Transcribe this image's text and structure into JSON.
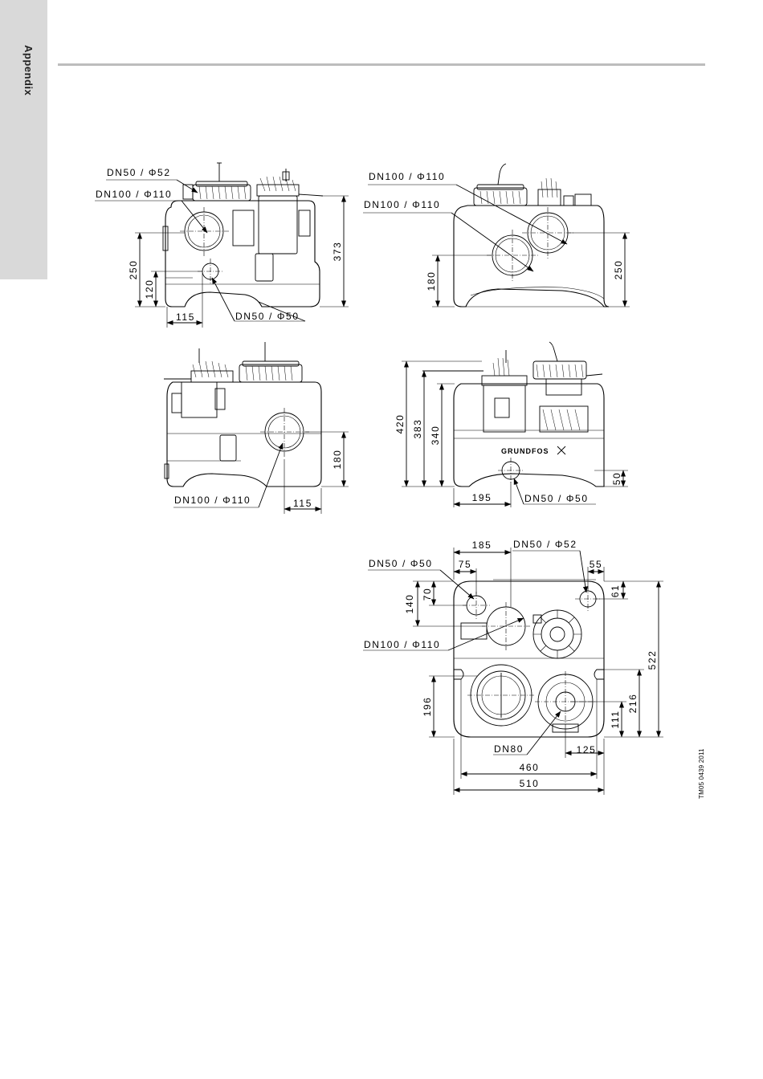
{
  "page": {
    "side_tab_label": "Appendix",
    "drawing_code": "TM05 0439 2011"
  },
  "brand": {
    "logo_text": "GRUNDFOS"
  },
  "views": {
    "left_top": {
      "dn50_52": "DN50 / Φ52",
      "dn100_110": "DN100 / Φ110",
      "dn50_50": "DN50 / Φ50",
      "d250": "250",
      "d120": "120",
      "d373": "373",
      "d115": "115"
    },
    "right_top": {
      "dn100_110_a": "DN100 / Φ110",
      "dn100_110_b": "DN100 / Φ110",
      "d180": "180",
      "d250": "250"
    },
    "left_mid": {
      "dn100_110": "DN100 / Φ110",
      "d180": "180",
      "d115": "115"
    },
    "right_mid": {
      "d420": "420",
      "d383": "383",
      "d340": "340",
      "d50": "50",
      "d195": "195",
      "dn50_50": "DN50 / Φ50"
    },
    "plan": {
      "d185": "185",
      "dn50_52": "DN50 / Φ52",
      "dn50_50": "DN50 / Φ50",
      "d75": "75",
      "d55": "55",
      "d70": "70",
      "d140": "140",
      "d61": "61",
      "d522": "522",
      "dn100_110": "DN100 / Φ110",
      "d196": "196",
      "d216": "216",
      "d111": "111",
      "dn80": "DN80",
      "d125": "125",
      "d460": "460",
      "d510": "510"
    }
  }
}
